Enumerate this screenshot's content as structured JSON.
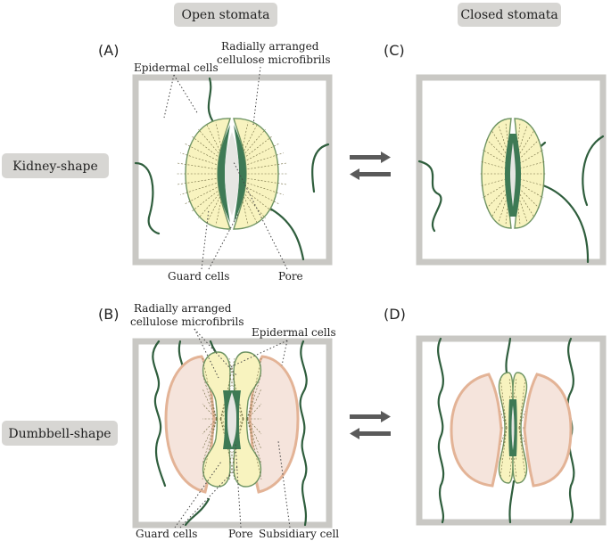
{
  "headers": {
    "open": "Open stomata",
    "closed": "Closed stomata"
  },
  "row_labels": {
    "kidney": "Kidney-shape",
    "dumbbell": "Dumbbell-shape"
  },
  "panels": {
    "a": "(A)",
    "b": "(B)",
    "c": "(C)",
    "d": "(D)"
  },
  "annotations": {
    "a_epidermal": "Epidermal cells",
    "a_fibrils_1": "Radially arranged",
    "a_fibrils_2": "cellulose microfibrils",
    "a_guard": "Guard cells",
    "a_pore": "Pore",
    "b_fibrils_1": "Radially arranged",
    "b_fibrils_2": "cellulose microfibrils",
    "b_epidermal": "Epidermal cells",
    "b_guard": "Guard cells",
    "b_pore": "Pore",
    "b_subsidiary": "Subsidiary cell"
  },
  "colors": {
    "guard_fill": "#f8f3bf",
    "wall_green": "#3e7a55",
    "epidermal_line": "#2f5e3d",
    "subsidiary_fill": "#f5e4dc",
    "frame": "#c9c8c4"
  }
}
